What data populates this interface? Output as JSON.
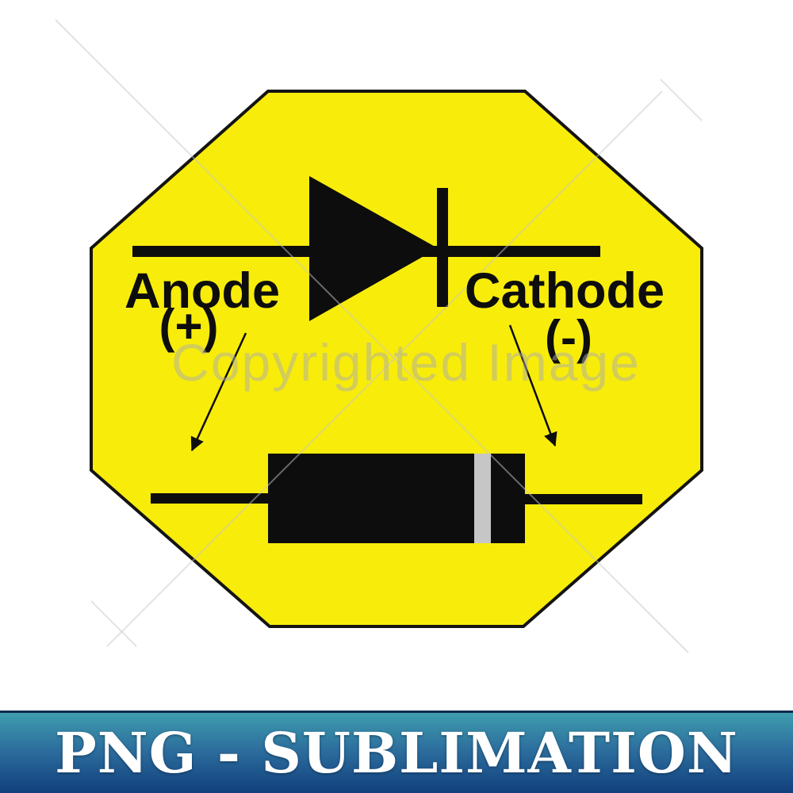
{
  "diagram": {
    "anode_label": "Anode",
    "anode_polarity": "(+)",
    "cathode_label": "Cathode",
    "cathode_polarity": "(-)"
  },
  "watermark": {
    "text": "Copyrighted Image"
  },
  "banner": {
    "text": "PNG - SUBLIMATION"
  },
  "colors": {
    "background": "#ffffff",
    "octagon_fill": "#f8ec0b",
    "octagon_stroke": "#141414",
    "ink": "#0d0d0d",
    "band_gray": "#c6c6c6",
    "watermark_gray": "rgba(172,172,172,0.5)",
    "watermark_line": "rgba(200,200,200,0.5)",
    "banner_text": "#ffffff",
    "banner_top": "#3e9dad",
    "banner_mid": "#2d6f9e",
    "banner_bottom": "#113f7d",
    "banner_border": "#0e2a4a"
  }
}
